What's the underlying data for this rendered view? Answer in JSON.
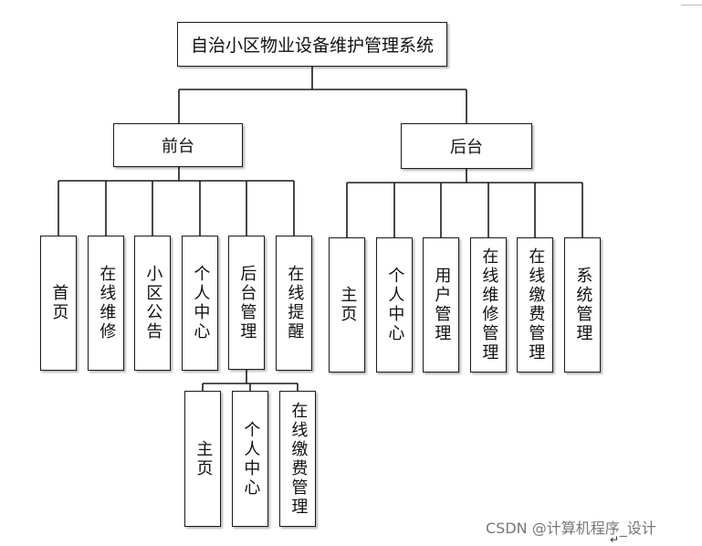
{
  "diagram": {
    "root": "自治小区物业设备维护管理系统",
    "frontend": {
      "label": "前台",
      "children": [
        "首页",
        "在线维修",
        "小区公告",
        "个人中心",
        "后台管理",
        "在线提醒"
      ],
      "backend_admin_children": [
        "主页",
        "个人中心",
        "在线缴费管理"
      ]
    },
    "backend": {
      "label": "后台",
      "children": [
        "主页",
        "个人中心",
        "用户管理",
        "在线维修管理",
        "在线缴费管理",
        "系统管理"
      ]
    }
  },
  "watermark": "CSDN @计算机程序_设计"
}
